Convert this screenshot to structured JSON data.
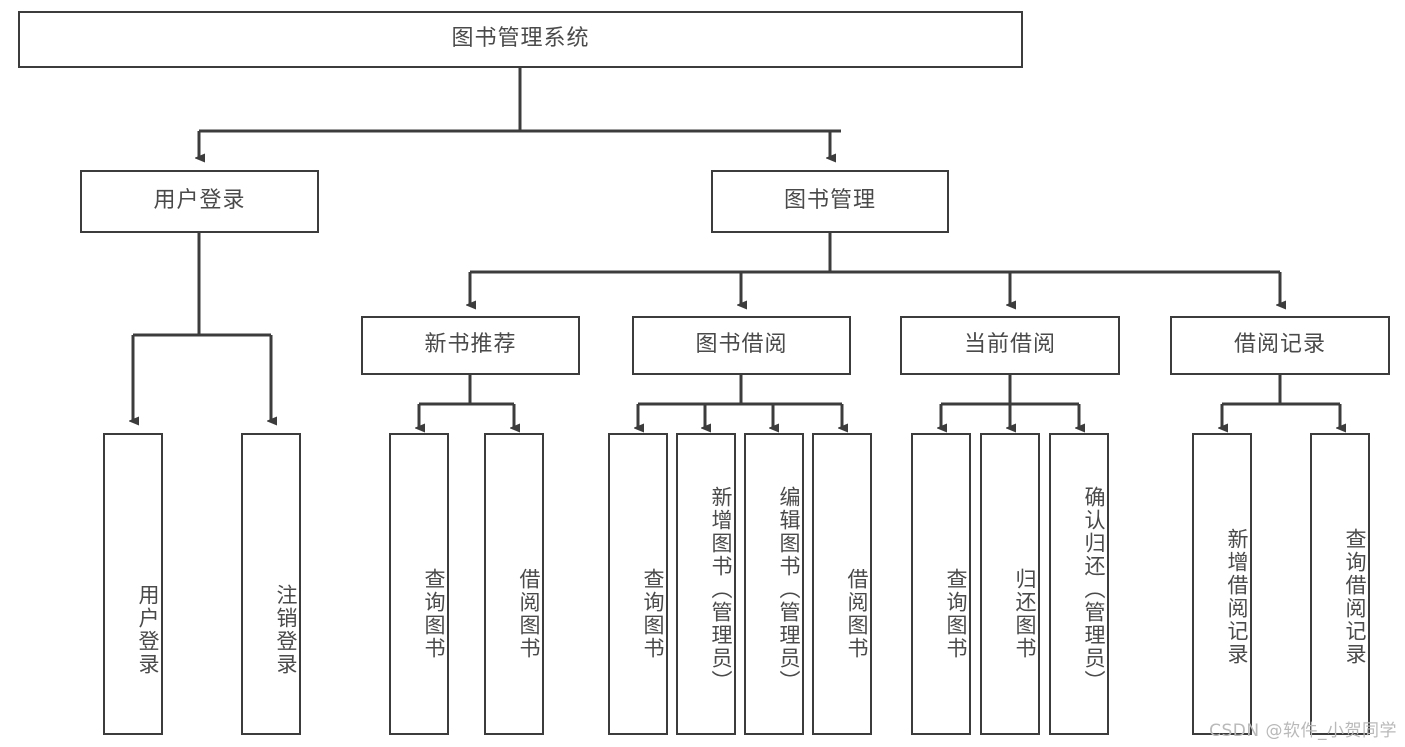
{
  "diagram": {
    "title": "图书管理系统",
    "watermark": "CSDN @软件_小贺同学",
    "colors": {
      "box_border": "#3c3c3c",
      "edge": "#3c3c3c",
      "text": "#4a4a4a",
      "background": "#ffffff",
      "watermark": "#b9b9b9"
    },
    "root": {
      "label": "图书管理系统"
    },
    "level1": [
      {
        "label": "用户登录"
      },
      {
        "label": "图书管理"
      }
    ],
    "level2": [
      {
        "label": "新书推荐"
      },
      {
        "label": "图书借阅"
      },
      {
        "label": "当前借阅"
      },
      {
        "label": "借阅记录"
      }
    ],
    "leaves": {
      "user_login": [
        {
          "label": "用户登录"
        },
        {
          "label": "注销登录"
        }
      ],
      "new_book_recommend": [
        {
          "label": "查询图书"
        },
        {
          "label": "借阅图书"
        }
      ],
      "book_borrow": [
        {
          "label": "查询图书"
        },
        {
          "label": "新增图书（管理员）"
        },
        {
          "label": "编辑图书（管理员）"
        },
        {
          "label": "借阅图书"
        }
      ],
      "current_borrow": [
        {
          "label": "查询图书"
        },
        {
          "label": "归还图书"
        },
        {
          "label": "确认归还（管理员）"
        }
      ],
      "borrow_record": [
        {
          "label": "新增借阅记录"
        },
        {
          "label": "查询借阅记录"
        }
      ]
    }
  }
}
